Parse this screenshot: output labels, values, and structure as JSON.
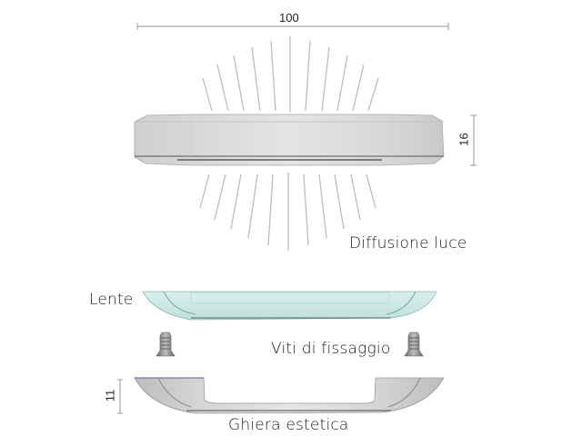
{
  "dimensions": {
    "width_label": "100",
    "height_label": "16",
    "ring_height_label": "11"
  },
  "labels": {
    "light_diffusion": "Diffusione luce",
    "lens": "Lente",
    "fixing_screws": "Viti di fissaggio",
    "decorative_ring": "Ghiera estetica"
  },
  "colors": {
    "background": "#ffffff",
    "body_gray": "#d8d8d8",
    "lens_tint": "#cde9e6",
    "ray_gray": "#bdbdbd",
    "dimension_line": "#888888"
  }
}
